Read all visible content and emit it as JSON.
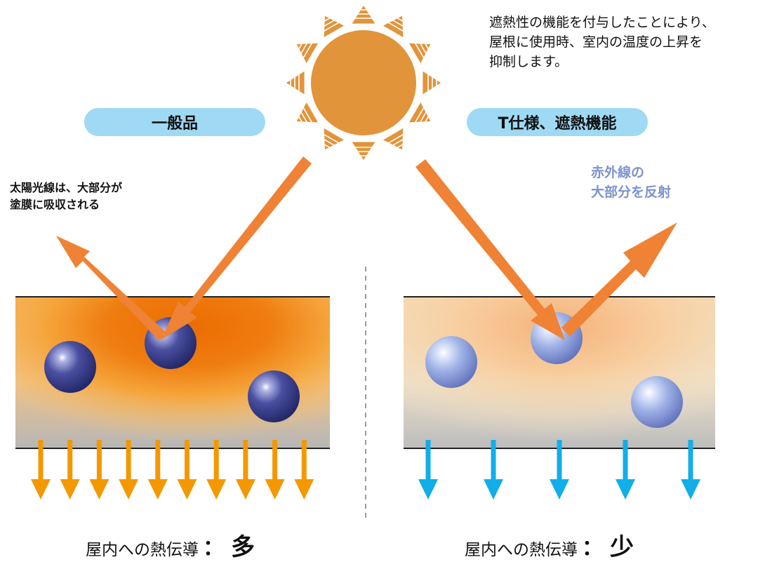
{
  "note": {
    "line1": "遮熱性の機能を付与したことにより、",
    "line2": "屋根に使用時、室内の温度の上昇を",
    "line3": "抑制します。"
  },
  "left": {
    "pill_label": "一般品",
    "caption_line1": "太陽光線は、大部分が",
    "caption_line2": "塗膜に吸収される",
    "result_label": "屋内への熱伝導",
    "result_colon": "：",
    "result_value": "多"
  },
  "right": {
    "pill_label": "T仕様、遮熱機能",
    "caption_line1": "赤外線の",
    "caption_line2": "大部分を反射",
    "result_label": "屋内への熱伝導",
    "result_colon": "：",
    "result_value": "少"
  },
  "colors": {
    "sun": "#e2943a",
    "ray_arrow": "#ef8235",
    "pill": "#9fd9f3",
    "left_heat": "#ec6c00",
    "right_heat": "#f6c48f",
    "sphere_dark": "#3b3f8f",
    "sphere_light": "#8fa4de",
    "heat_arrow_orange": "#f39800",
    "heat_arrow_blue": "#11aee8",
    "caption_blue": "#7d93d0"
  },
  "icons": [
    "sun-icon",
    "downward-heat-arrow-icon",
    "reflection-arrow-icon"
  ]
}
